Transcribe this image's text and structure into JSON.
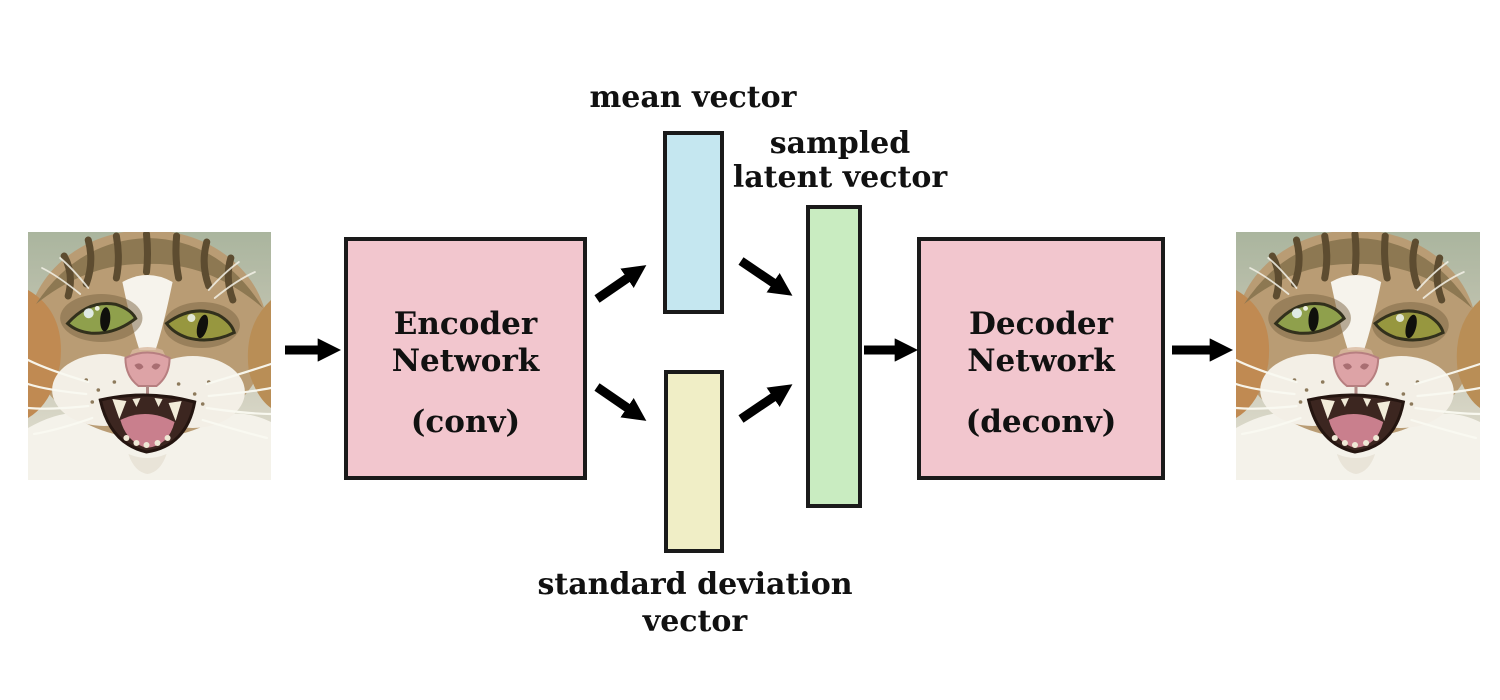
{
  "nodes": {
    "encoder": {
      "title_line1": "Encoder",
      "title_line2": "Network",
      "subtitle": "(conv)",
      "fill": "#f2c6ce"
    },
    "decoder": {
      "title_line1": "Decoder",
      "title_line2": "Network",
      "subtitle": "(deconv)",
      "fill": "#f2c6ce"
    },
    "mean_vector": {
      "label": "mean vector",
      "fill": "#c5e7f0"
    },
    "std_vector": {
      "label_line1": "standard deviation",
      "label_line2": "vector",
      "fill": "#f0eec6"
    },
    "latent_vector": {
      "label_line1": "sampled",
      "label_line2": "latent vector",
      "fill": "#c9ecc1"
    },
    "input_image": {
      "description": "photo of a hissing tabby-and-white cat with green eyes"
    },
    "output_image": {
      "description": "photo of a hissing tabby-and-white cat with green eyes (reconstruction)"
    }
  },
  "colors": {
    "node_border": "#1a1a1a",
    "arrow": "#000000",
    "text": "#111111",
    "background": "#ffffff"
  },
  "connections": [
    {
      "from": "input-image",
      "to": "encoder"
    },
    {
      "from": "encoder",
      "to": "mean-vector"
    },
    {
      "from": "encoder",
      "to": "std-vector"
    },
    {
      "from": "mean-vector",
      "to": "latent-vector"
    },
    {
      "from": "std-vector",
      "to": "latent-vector"
    },
    {
      "from": "latent-vector",
      "to": "decoder"
    },
    {
      "from": "decoder",
      "to": "output-image"
    }
  ]
}
